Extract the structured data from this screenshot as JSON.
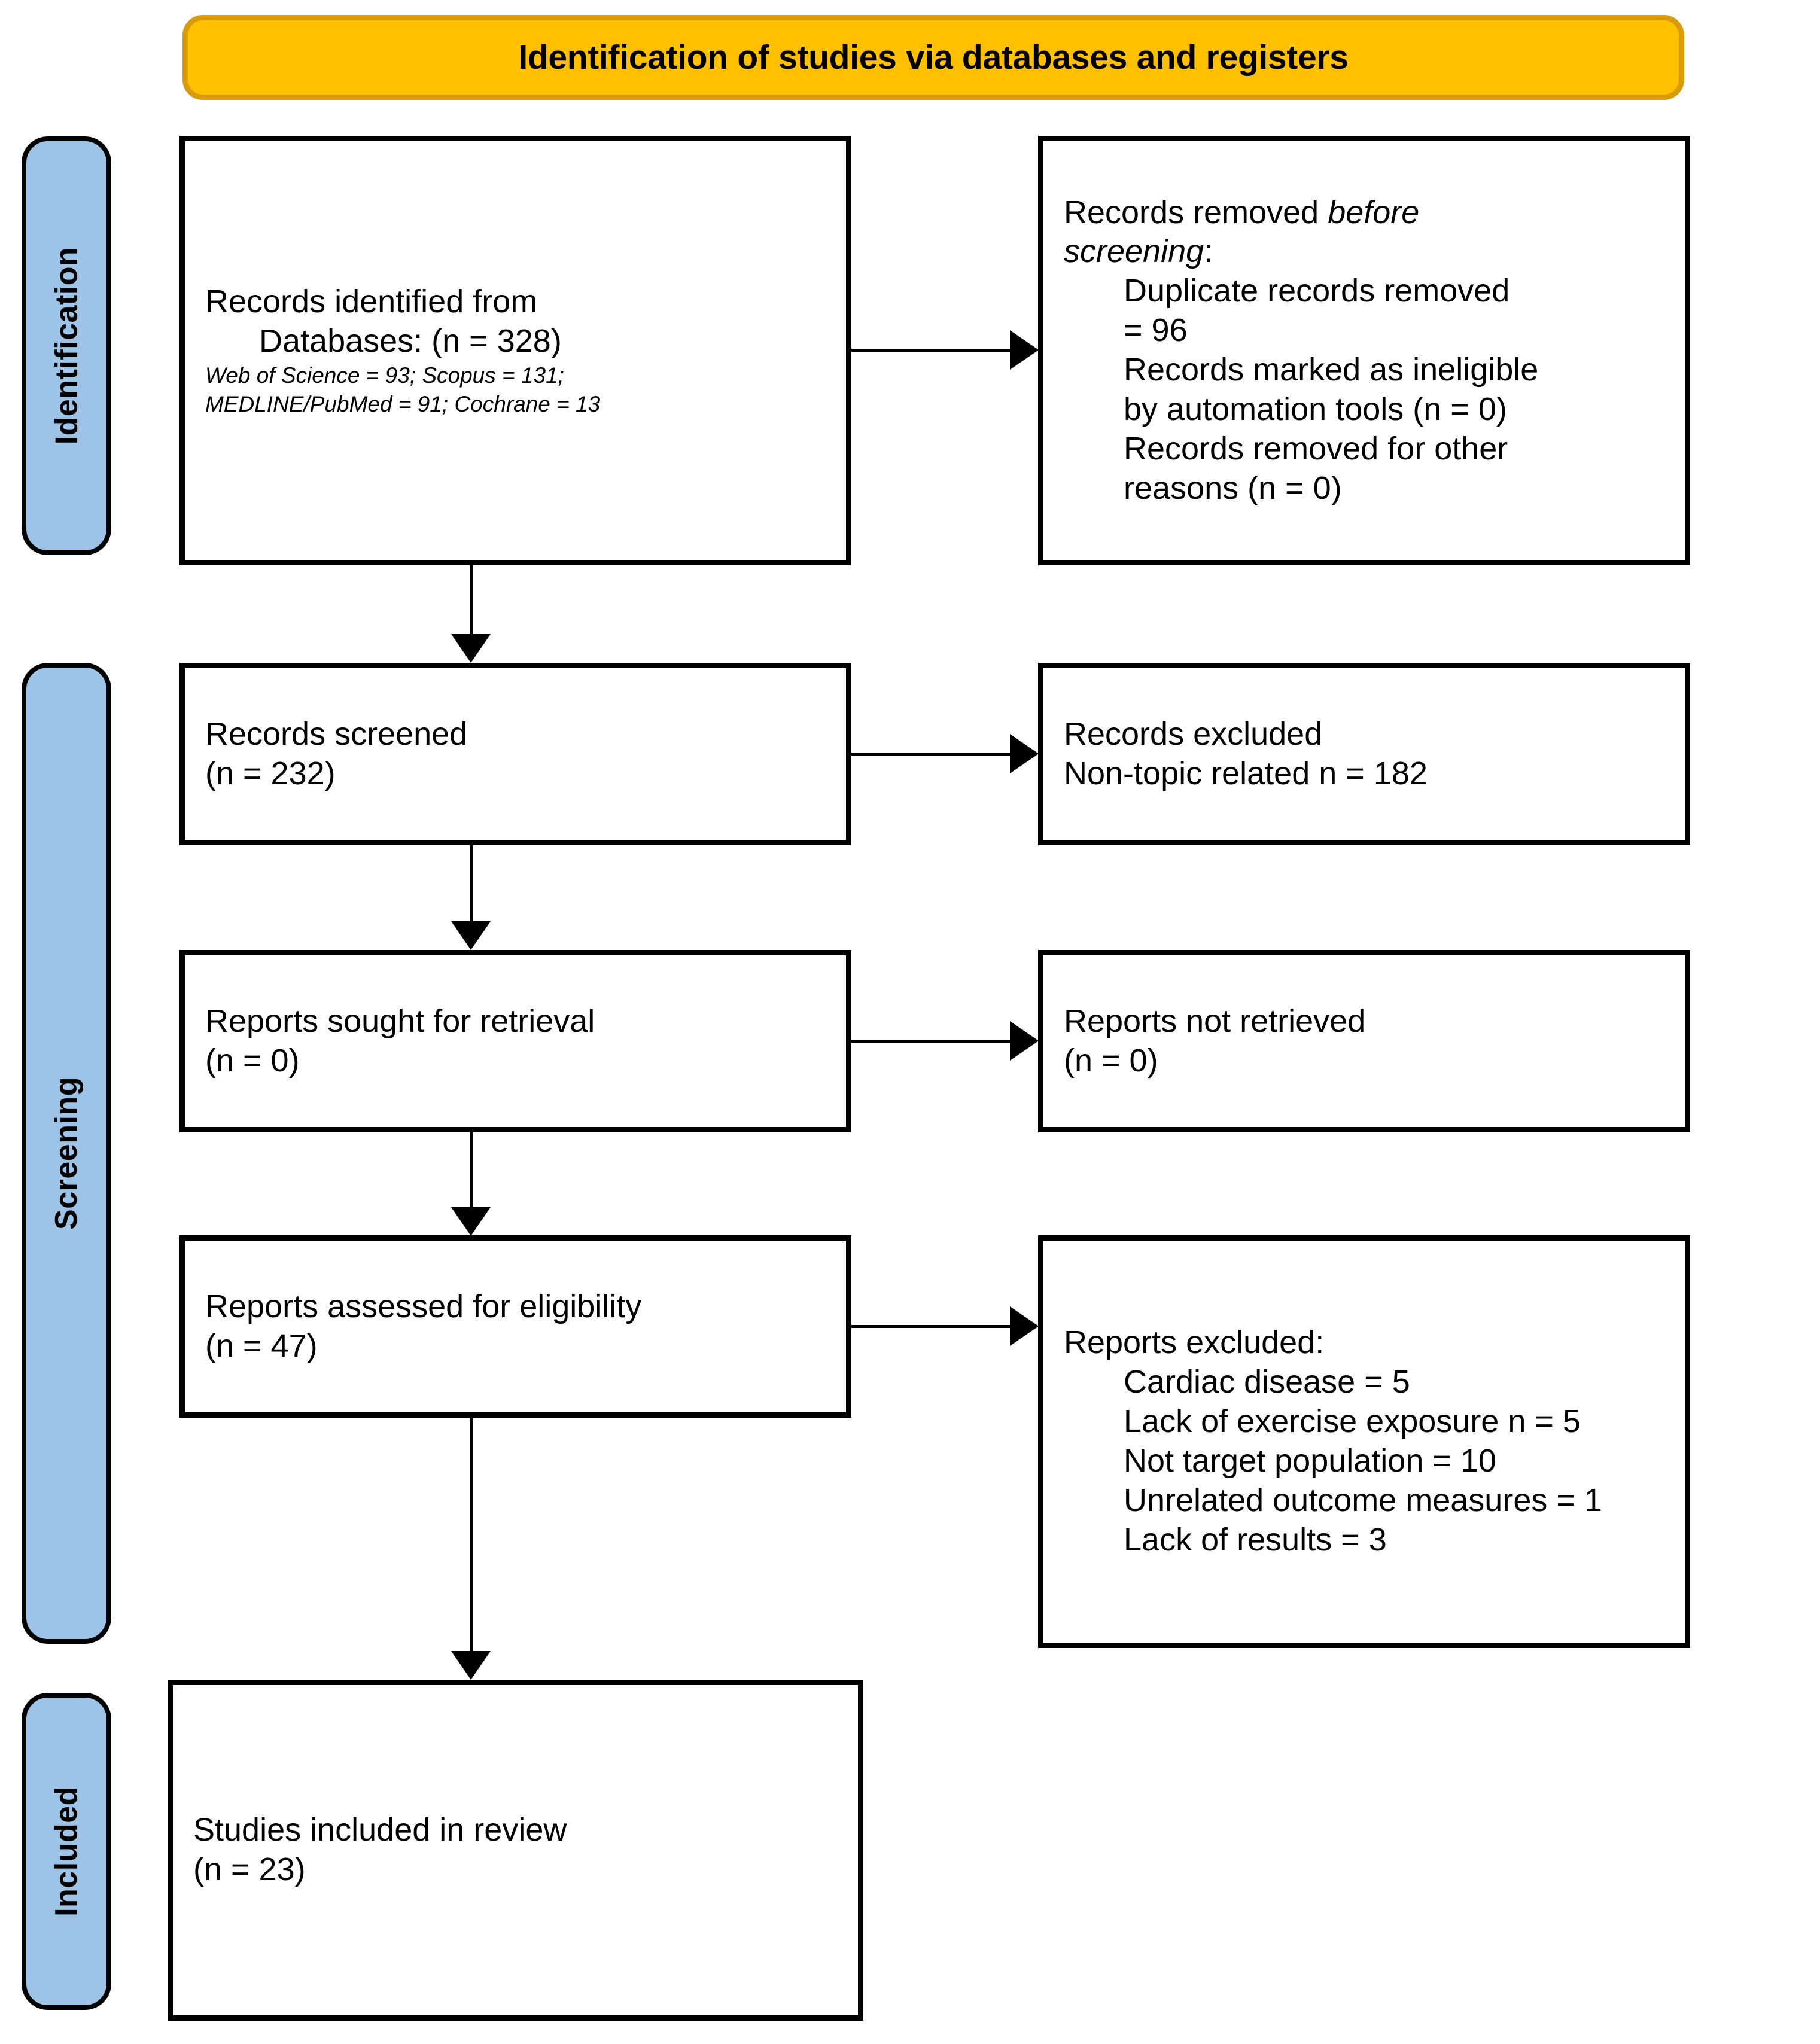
{
  "banner": {
    "title": "Identification of studies via databases and registers",
    "fill_color": "#FFC000",
    "border_color": "#D79B0B"
  },
  "stages": {
    "fill_color": "#9DC3E6",
    "identification": "Identification",
    "screening": "Screening",
    "included": "Included"
  },
  "boxes": {
    "identified": {
      "line1": "Records identified from",
      "line2": "Databases: (n = 328)",
      "detail1": "Web of Science = 93; Scopus = 131;",
      "detail2": "MEDLINE/PubMed = 91; Cochrane = 13"
    },
    "removed_before_screening": {
      "heading_prefix": "Records removed ",
      "heading_italic1": "before",
      "heading_italic2": "screening",
      "heading_suffix": ":",
      "item1": "Duplicate records removed",
      "item1b": "= 96",
      "item2": "Records marked as ineligible",
      "item2b": "by automation tools (n = 0)",
      "item3": "Records removed for other",
      "item3b": "reasons (n = 0)"
    },
    "screened": {
      "line1": "Records screened",
      "line2": "(n = 232)"
    },
    "records_excluded": {
      "line1": "Records excluded",
      "line2": "Non-topic related n = 182"
    },
    "sought": {
      "line1": "Reports sought for retrieval",
      "line2": "(n = 0)"
    },
    "not_retrieved": {
      "line1": "Reports not retrieved",
      "line2": "(n = 0)"
    },
    "assessed": {
      "line1": "Reports assessed for eligibility",
      "line2": "(n = 47)"
    },
    "reports_excluded": {
      "heading": "Reports excluded:",
      "reason1": "Cardiac disease = 5",
      "reason2": "Lack of exercise exposure n = 5",
      "reason3": "Not target population = 10",
      "reason4": "Unrelated outcome measures = 1",
      "reason5": "Lack of results = 3"
    },
    "included": {
      "line1": "Studies included in review",
      "line2": "(n = 23)"
    }
  },
  "chart_data": {
    "type": "diagram",
    "title": "Identification of studies via databases and registers",
    "nodes": [
      {
        "id": "identified",
        "stage": "Identification",
        "label": "Records identified from Databases",
        "n": 328,
        "breakdown": {
          "Web of Science": 93,
          "Scopus": 131,
          "MEDLINE/PubMed": 91,
          "Cochrane": 13
        }
      },
      {
        "id": "removed_before_screening",
        "stage": "Identification",
        "label": "Records removed before screening",
        "breakdown": {
          "Duplicate records removed": 96,
          "Records marked as ineligible by automation tools": 0,
          "Records removed for other reasons": 0
        }
      },
      {
        "id": "screened",
        "stage": "Screening",
        "label": "Records screened",
        "n": 232
      },
      {
        "id": "records_excluded",
        "stage": "Screening",
        "label": "Records excluded — Non-topic related",
        "n": 182
      },
      {
        "id": "sought",
        "stage": "Screening",
        "label": "Reports sought for retrieval",
        "n": 0
      },
      {
        "id": "not_retrieved",
        "stage": "Screening",
        "label": "Reports not retrieved",
        "n": 0
      },
      {
        "id": "assessed",
        "stage": "Screening",
        "label": "Reports assessed for eligibility",
        "n": 47
      },
      {
        "id": "reports_excluded",
        "stage": "Screening",
        "label": "Reports excluded",
        "breakdown": {
          "Cardiac disease": 5,
          "Lack of exercise exposure": 5,
          "Not target population": 10,
          "Unrelated outcome measures": 1,
          "Lack of results": 3
        }
      },
      {
        "id": "included",
        "stage": "Included",
        "label": "Studies included in review",
        "n": 23
      }
    ],
    "edges": [
      {
        "from": "identified",
        "to": "removed_before_screening",
        "direction": "right"
      },
      {
        "from": "identified",
        "to": "screened",
        "direction": "down"
      },
      {
        "from": "screened",
        "to": "records_excluded",
        "direction": "right"
      },
      {
        "from": "screened",
        "to": "sought",
        "direction": "down"
      },
      {
        "from": "sought",
        "to": "not_retrieved",
        "direction": "right"
      },
      {
        "from": "sought",
        "to": "assessed",
        "direction": "down"
      },
      {
        "from": "assessed",
        "to": "reports_excluded",
        "direction": "right"
      },
      {
        "from": "assessed",
        "to": "included",
        "direction": "down"
      }
    ]
  }
}
